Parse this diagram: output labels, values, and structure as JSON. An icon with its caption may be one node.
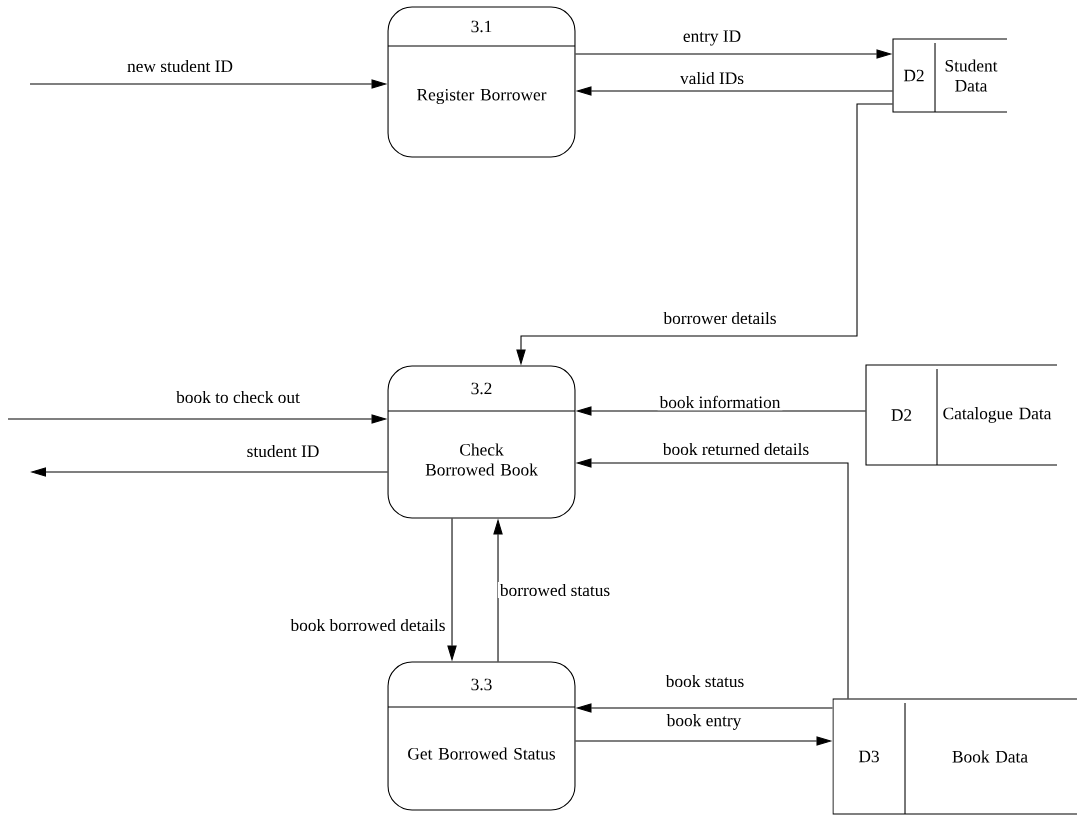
{
  "diagram": {
    "nodes": [
      {
        "text": [
          "3.1",
          "Register Borrower"
        ]
      },
      {
        "text": [
          "D2",
          "Student Data"
        ]
      },
      {
        "text": [
          "3.2",
          "Check Borrowed Book"
        ]
      },
      {
        "text": [
          "D2",
          "Catalogue Data"
        ]
      },
      {
        "text": [
          "3.3",
          "Get Borrowed Status"
        ]
      },
      {
        "text": [
          "D3",
          "Book Data"
        ]
      }
    ],
    "edges": [
      {
        "from": null,
        "to": 0,
        "arrow": "to",
        "label": "new student ID"
      },
      {
        "from": 0,
        "to": 1,
        "arrow": "to",
        "label": "entry ID"
      },
      {
        "from": 1,
        "to": 0,
        "arrow": "to",
        "label": "valid IDs"
      },
      {
        "from": 1,
        "to": 2,
        "arrow": "to",
        "label": "borrower details"
      },
      {
        "from": null,
        "to": 2,
        "arrow": "to",
        "label": "book to check out"
      },
      {
        "from": 2,
        "to": null,
        "arrow": "to",
        "label": "student ID"
      },
      {
        "from": 3,
        "to": 2,
        "arrow": "to",
        "label": "book information"
      },
      {
        "from": 5,
        "to": 2,
        "arrow": "to",
        "label": "book returned details"
      },
      {
        "from": 2,
        "to": 4,
        "arrow": "to",
        "label": "book borrowed details"
      },
      {
        "from": 4,
        "to": 2,
        "arrow": "to",
        "label": "borrowed status"
      },
      {
        "from": 5,
        "to": 4,
        "arrow": "to",
        "label": "book status"
      },
      {
        "from": 4,
        "to": 5,
        "arrow": "to",
        "label": "book entry"
      }
    ]
  }
}
